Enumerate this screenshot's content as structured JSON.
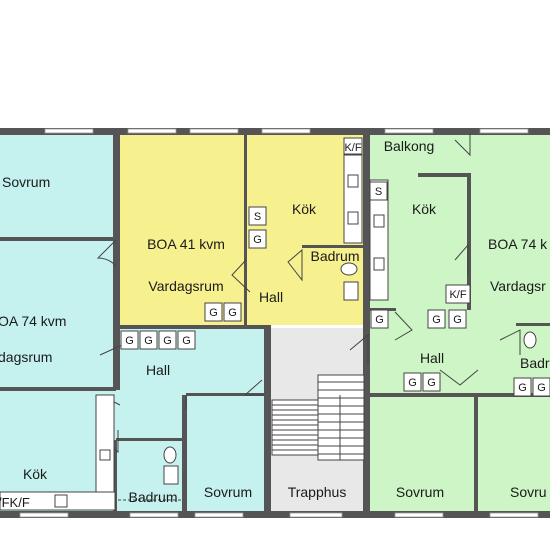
{
  "colors": {
    "apt_left": "#c5f2ef",
    "apt_middle": "#f6f08e",
    "apt_right": "#cdf5c6",
    "stairwell": "#e8e8e8",
    "wall": "#555555"
  },
  "rooms": {
    "sovrum_top_left": "Sovrum",
    "boa_left": "OA 74 kvm",
    "vardagsrum_left": "dagsrum",
    "hall_left": "Hall",
    "kok_left": "Kök",
    "kfk_left": "/FK/F",
    "badrum_left": "Badrum",
    "sovrum_left_bottom": "Sovrum",
    "boa_middle": "BOA 41 kvm",
    "vardagsrum_middle": "Vardagsrum",
    "kok_middle": "Kök",
    "badrum_middle": "Badrum",
    "hall_middle": "Hall",
    "kf_middle": "K/F",
    "trapphus": "Trapphus",
    "balkong": "Balkong",
    "kok_right": "Kök",
    "boa_right": "BOA 74 k",
    "vardagsrum_right": "Vardagsr",
    "kf_right": "K/F",
    "hall_right": "Hall",
    "badrum_right": "Badr",
    "sovrum_right_1": "Sovrum",
    "sovrum_right_2": "Sovru"
  },
  "storage": {
    "g": "G",
    "s": "S"
  }
}
